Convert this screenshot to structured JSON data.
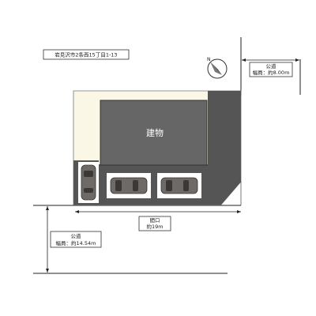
{
  "address": "岩見沢市2条西15丁目1-13",
  "building_label": "建物",
  "north_label": "N",
  "road_east": {
    "title": "公道",
    "width": "幅員：約8.00m"
  },
  "road_south": {
    "title": "公道",
    "width": "幅員：約14.54m"
  },
  "frontage": {
    "title": "間口",
    "value": "約19m"
  },
  "colors": {
    "paving": "#555555",
    "building": "#666666",
    "yard": "#fbf7e6",
    "parking_space": "#ffffff",
    "car_body": "#6f6a66"
  },
  "icons": [
    "north-arrow-icon",
    "car-icon"
  ]
}
